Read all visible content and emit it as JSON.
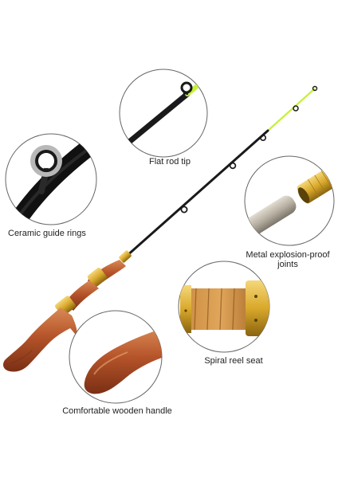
{
  "callouts": {
    "rod_tip": "Flat rod tip",
    "guide_rings": "Ceramic guide rings",
    "joints_line1": "Metal explosion-proof",
    "joints_line2": "joints",
    "reel_seat": "Spiral reel seat",
    "handle": "Comfortable wooden handle"
  },
  "colors": {
    "rod_black": "#1a1a1a",
    "tip_green": "#c6f03a",
    "wood": "#b5542a",
    "gold": "#d9a82b",
    "silver": "#b7b0a2",
    "circle_border": "#666666"
  }
}
